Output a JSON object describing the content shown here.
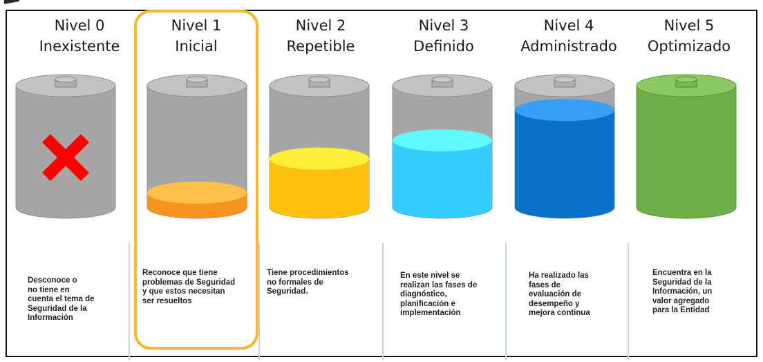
{
  "levels": [
    {
      "line1": "Nivel 0",
      "line2": "Inexistente",
      "fill_level": 0,
      "fill_color": "",
      "marker": "red-x",
      "description": [
        "Desconoce o",
        "no tiene en",
        "cuenta el tema de",
        "Seguridad de la",
        "Información"
      ]
    },
    {
      "line1": "Nivel 1",
      "line2": "Inicial",
      "fill_level": 0.12,
      "fill_color": "#f7941d",
      "highlighted": true,
      "description": [
        "Reconoce que tiene",
        "problemas de Seguridad",
        "y que estos necesitan",
        "ser resueltos"
      ]
    },
    {
      "line1": "Nivel 2",
      "line2": "Repetible",
      "fill_level": 0.4,
      "fill_color": "#ffc20e",
      "description": [
        "Tiene procedimientos",
        "no formales de",
        "Seguridad."
      ]
    },
    {
      "line1": "Nivel 3",
      "line2": "Definido",
      "fill_level": 0.55,
      "fill_color": "#33ccff",
      "description": [
        "En este nivel se",
        "realizan las fases de",
        "diagnóstico,",
        "planificación e",
        "implementación"
      ]
    },
    {
      "line1": "Nivel 4",
      "line2": "Administrado",
      "fill_level": 0.8,
      "fill_color": "#0a72c8",
      "description": [
        "Ha realizado las",
        "fases de",
        "evaluación de",
        "desempeño y",
        "mejora continua"
      ]
    },
    {
      "line1": "Nivel 5",
      "line2": "Optimizado",
      "fill_level": 1.0,
      "fill_color": "#70ad47",
      "description": [
        "Encuentra en la",
        "Seguridad de la",
        "Información, un",
        "valor agregado",
        "para la Entidad"
      ]
    }
  ],
  "colors": {
    "battery_empty": "#a6a6a6",
    "highlight_border": "#f7b928",
    "cross": "#ff0000"
  }
}
